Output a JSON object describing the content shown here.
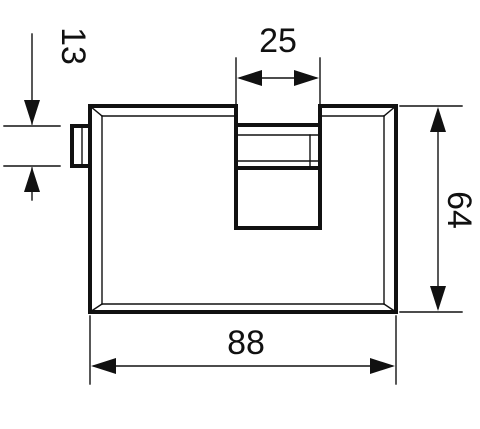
{
  "dimensions": {
    "top_width": "25",
    "shackle_offset": "13",
    "height": "64",
    "total_width": "88"
  }
}
